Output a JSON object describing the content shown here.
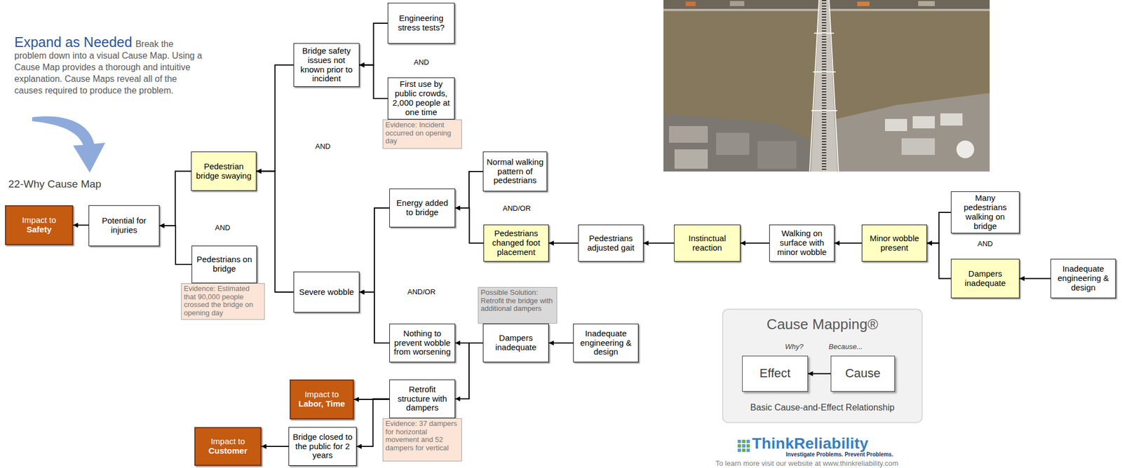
{
  "diagram": {
    "title": "Expand as Needed",
    "nodes": [
      {
        "text": [
          "Impact to",
          "Safety"
        ]
      },
      {
        "text": [
          "Potential for injuries"
        ]
      },
      {
        "text": [
          "Pedestrian bridge swaying"
        ]
      },
      {
        "text": [
          "Pedestrians on bridge"
        ]
      },
      {
        "text": [
          "Evidence: Estimated that 90,000 people crossed the bridge on opening day"
        ]
      },
      {
        "text": [
          "Bridge safety issues not known prior to incident"
        ]
      },
      {
        "text": [
          "Engineering stress tests?"
        ]
      },
      {
        "text": [
          "First use by public crowds, 2,000 people at one time"
        ]
      },
      {
        "text": [
          "Evidence: Incident occurred on opening day"
        ]
      },
      {
        "text": [
          "Severe wobble"
        ]
      },
      {
        "text": [
          "Energy added to bridge"
        ]
      },
      {
        "text": [
          "Normal walking pattern of pedestrians"
        ]
      },
      {
        "text": [
          "Pedestrians changed foot placement"
        ]
      },
      {
        "text": [
          "Pedestrians adjusted gait"
        ]
      },
      {
        "text": [
          "Instinctual reaction"
        ]
      },
      {
        "text": [
          "Walking on surface with minor wobble"
        ]
      },
      {
        "text": [
          "Minor wobble present"
        ]
      },
      {
        "text": [
          "Many pedestrians walking on bridge"
        ]
      },
      {
        "text": [
          "Dampers inadequate"
        ]
      },
      {
        "text": [
          "Inadequate engineering & design"
        ]
      },
      {
        "text": [
          "Nothing to prevent wobble from worsening"
        ]
      },
      {
        "text": [
          "Possible Solution: Retrofit the bridge with additional dampers"
        ]
      },
      {
        "text": [
          "Dampers inadequate"
        ]
      },
      {
        "text": [
          "Inadequate engineering & design"
        ]
      },
      {
        "text": [
          "Retrofit structure with dampers"
        ]
      },
      {
        "text": [
          "Evidence: 37 dampers for horizontal movement and 52 dampers for vertical"
        ]
      },
      {
        "text": [
          "Impact to",
          "Labor, Time"
        ]
      },
      {
        "text": [
          "Bridge closed to the public for 2 years"
        ]
      },
      {
        "text": [
          "Impact to",
          "Customer"
        ]
      },
      {
        "text": [
          "Cause Mapping®",
          "Why?",
          "Because...",
          "Basic Cause-and-Effect Relationship"
        ]
      },
      {
        "text": [
          "Effect"
        ],
        "in": 29
      },
      {
        "text": [
          "Cause"
        ],
        "in": 29
      }
    ],
    "edges": [
      {
        "from": 1,
        "to": 0,
        "arrow": "to"
      },
      {
        "from": 2,
        "to": 1,
        "arrow": "to"
      },
      {
        "from": 3,
        "to": 1,
        "arrow": "to"
      },
      {
        "from": 5,
        "to": 2,
        "arrow": "to"
      },
      {
        "from": 9,
        "to": 2,
        "arrow": "to"
      },
      {
        "from": 6,
        "to": 5,
        "arrow": "to"
      },
      {
        "from": 7,
        "to": 5,
        "arrow": "to"
      },
      {
        "from": 10,
        "to": 9,
        "arrow": "to"
      },
      {
        "from": 20,
        "to": 9,
        "arrow": "to"
      },
      {
        "from": 11,
        "to": 10,
        "arrow": "to"
      },
      {
        "from": 12,
        "to": 10,
        "arrow": "to"
      },
      {
        "from": 13,
        "to": 12,
        "arrow": "to"
      },
      {
        "from": 14,
        "to": 13,
        "arrow": "to"
      },
      {
        "from": 15,
        "to": 14,
        "arrow": "to"
      },
      {
        "from": 16,
        "to": 15,
        "arrow": "to"
      },
      {
        "from": 17,
        "to": 16,
        "arrow": "to"
      },
      {
        "from": 18,
        "to": 16,
        "arrow": "to"
      },
      {
        "from": 19,
        "to": 18,
        "arrow": "to"
      },
      {
        "from": 22,
        "to": 20,
        "arrow": "to"
      },
      {
        "from": 23,
        "to": 22,
        "arrow": "to"
      },
      {
        "from": 22,
        "to": 24,
        "arrow": "to"
      },
      {
        "from": 24,
        "to": 26,
        "arrow": "to"
      },
      {
        "from": 24,
        "to": 27,
        "arrow": "to"
      },
      {
        "from": 27,
        "to": 28,
        "arrow": "to"
      },
      {
        "from": 31,
        "to": 30,
        "arrow": "to"
      }
    ],
    "labels": [
      "Break the problem down into a visual Cause Map. Using a Cause Map provides a thorough and intuitive explanation. Cause Maps reveal all of the causes required to produce the problem.",
      "22-Why Cause Map",
      "AND",
      "AND",
      "AND",
      "AND/OR",
      "AND/OR",
      "AND",
      "ThinkReliability",
      "Investigate Problems. Prevent Problems.",
      "To learn more visit our website at www.thinkreliability.com"
    ]
  }
}
